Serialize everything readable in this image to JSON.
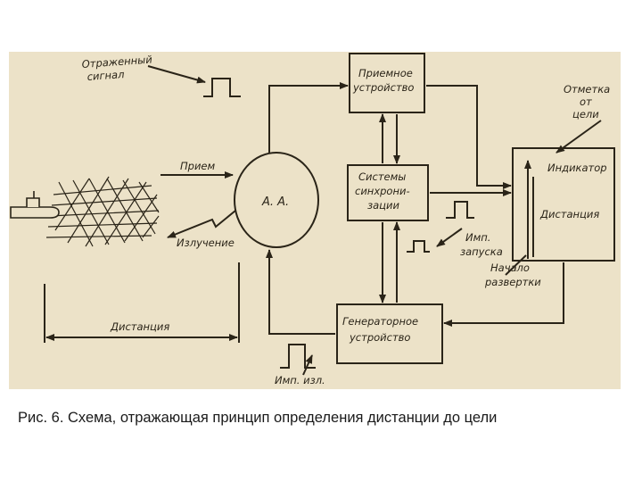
{
  "diagram": {
    "colors": {
      "paper": "#ece2c8",
      "ink": "#2a2418"
    },
    "labels": {
      "reflected_1": "Отраженный",
      "reflected_2": "сигнал",
      "receive": "Прием",
      "emission": "Излучение",
      "distance_bottom": "Дистанция",
      "aa": "А. А.",
      "receiver_1": "Приемное",
      "receiver_2": "устройство",
      "sync_1": "Системы",
      "sync_2": "синхрони-",
      "sync_3": "зации",
      "generator_1": "Генераторное",
      "generator_2": "устройство",
      "indicator": "Индикатор",
      "indicator_distance": "Дистанция",
      "target_mark_1": "Отметка",
      "target_mark_2": "от",
      "target_mark_3": "цели",
      "start_pulse_1": "Имп.",
      "start_pulse_2": "запуска",
      "sweep_1": "Начало",
      "sweep_2": "развертки",
      "emit_pulse": "Имп. изл."
    }
  },
  "caption": "Рис. 6. Схема, отражающая принцип определения дистанции до цели"
}
